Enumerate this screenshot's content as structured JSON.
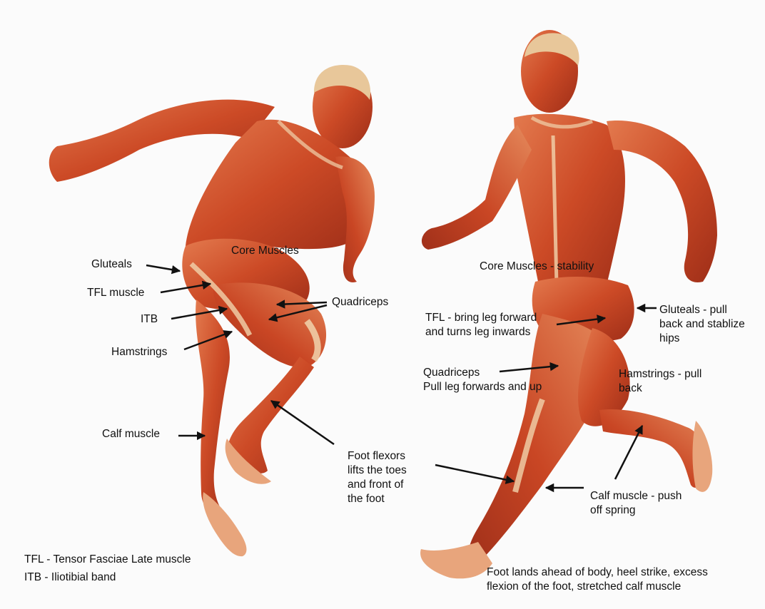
{
  "labels": {
    "left_gluteals": "Gluteals",
    "left_tfl": "TFL muscle",
    "left_itb": "ITB",
    "left_hamstrings": "Hamstrings",
    "left_calf": "Calf muscle",
    "left_core": "Core Muscles",
    "left_quadriceps": "Quadriceps",
    "foot_flexors": "Foot flexors\nlifts the toes\nand front of\nthe foot",
    "right_core": "Core Muscles - stability",
    "right_tfl": "TFL - bring leg forward\nand turns leg inwards",
    "right_gluteals": "Gluteals - pull\nback and stablize\nhips",
    "right_quadriceps": "Quadriceps\nPull leg forwards and up",
    "right_hamstrings": "Hamstrings - pull\nback",
    "right_calf": "Calf muscle - push\noff spring",
    "foot_lands": "Foot lands ahead of body, heel strike, excess\nflexion of the foot, stretched calf muscle"
  },
  "legend": {
    "tfl": "TFL - Tensor Fasciae Late muscle",
    "itb": "ITB - Iliotibial band"
  },
  "colors": {
    "muscle_dark": "#a8321c",
    "muscle_mid": "#d2542e",
    "muscle_light": "#e98a5c",
    "tendon": "#f1d3ad",
    "arrow": "#111111"
  }
}
